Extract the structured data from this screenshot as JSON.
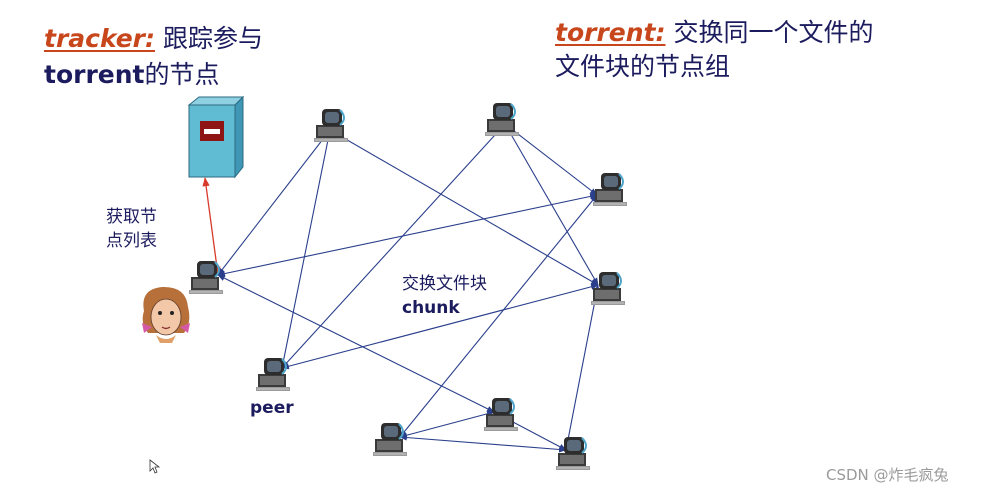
{
  "tracker": {
    "keyword": "tracker:",
    "desc": "跟踪参与",
    "line2_bold": "torrent",
    "line2_rest": "的节点"
  },
  "torrent": {
    "keyword": "torrent:",
    "desc_line1": "交换同一个文件的",
    "desc_line2": "文件块的节点组"
  },
  "get_list": {
    "line1": "获取节",
    "line2": "点列表"
  },
  "exchange": {
    "line1": "交换文件块",
    "line2": "chunk"
  },
  "peer_label": "peer",
  "watermark": "CSDN @炸毛疯兔",
  "colors": {
    "keyword": "#c8461b",
    "text": "#1b1b5e",
    "edge": "#2a3f8c",
    "tracker_edge": "#d83a2a",
    "server": "#5fbcd3"
  },
  "nodes": [
    {
      "id": "tracker",
      "icon": "server-icon"
    },
    {
      "id": "user-peer",
      "icon": "computer-icon"
    },
    {
      "id": "top-left",
      "icon": "computer-icon"
    },
    {
      "id": "top-mid",
      "icon": "computer-icon"
    },
    {
      "id": "right-top",
      "icon": "computer-icon"
    },
    {
      "id": "right-mid",
      "icon": "computer-icon"
    },
    {
      "id": "peer",
      "icon": "computer-icon"
    },
    {
      "id": "bottom-mid",
      "icon": "computer-icon"
    },
    {
      "id": "bottom-left",
      "icon": "computer-icon"
    },
    {
      "id": "bottom-right",
      "icon": "computer-icon"
    }
  ],
  "edges": [
    [
      "tracker",
      "user-peer"
    ],
    [
      "user-peer",
      "top-left"
    ],
    [
      "user-peer",
      "right-top"
    ],
    [
      "user-peer",
      "bottom-mid"
    ],
    [
      "top-left",
      "peer"
    ],
    [
      "top-left",
      "right-mid"
    ],
    [
      "top-mid",
      "peer"
    ],
    [
      "top-mid",
      "right-top"
    ],
    [
      "top-mid",
      "right-mid"
    ],
    [
      "right-top",
      "bottom-left"
    ],
    [
      "right-mid",
      "peer"
    ],
    [
      "right-mid",
      "bottom-right"
    ],
    [
      "bottom-left",
      "bottom-mid"
    ],
    [
      "bottom-left",
      "bottom-right"
    ],
    [
      "bottom-mid",
      "bottom-right"
    ]
  ]
}
